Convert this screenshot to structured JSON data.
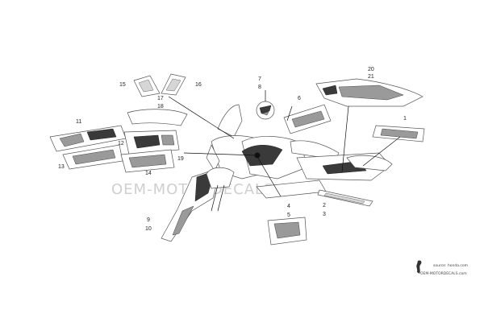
{
  "diagram": {
    "callouts": {
      "c1": "1",
      "c2": "2",
      "c3": "3",
      "c4": "4",
      "c5": "5",
      "c6": "6",
      "c7": "7",
      "c8": "8",
      "c9": "9",
      "c10": "10",
      "c11": "11",
      "c12": "12",
      "c13": "13",
      "c14": "14",
      "c15": "15",
      "c16": "16",
      "c17": "17",
      "c18": "18",
      "c19": "19",
      "c20": "20",
      "c21": "21"
    },
    "watermark": "OEM-MOTORDECALS.com",
    "footer": {
      "source_text": "source: honda.com",
      "brand_text": "OEM-MOTORDECALS.com"
    }
  }
}
